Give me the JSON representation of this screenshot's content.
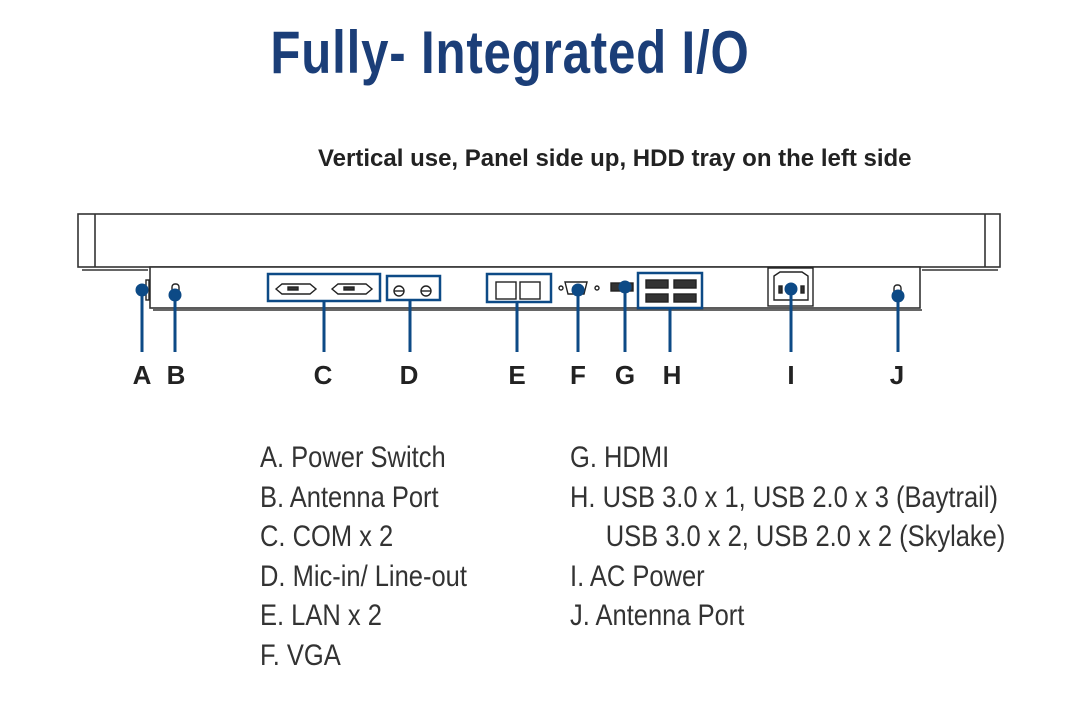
{
  "title": "Fully- Integrated I/O",
  "subtitle": "Vertical use, Panel side up, HDD tray on the left side",
  "colors": {
    "accent": "#0d4a86",
    "title": "#1b3e78",
    "line": "#333333"
  },
  "callouts": [
    "A",
    "B",
    "C",
    "D",
    "E",
    "F",
    "G",
    "H",
    "I",
    "J"
  ],
  "legend_left": [
    "A. Power Switch",
    "B. Antenna Port",
    "C. COM x 2",
    "D. Mic-in/ Line-out",
    "E. LAN x 2",
    "F. VGA"
  ],
  "legend_right": [
    "G. HDMI",
    "H. USB 3.0 x 1, USB 2.0 x 3 (Baytrail)",
    "USB 3.0 x 2, USB 2.0 x 2 (Skylake)",
    "I. AC Power",
    "J. Antenna Port"
  ]
}
